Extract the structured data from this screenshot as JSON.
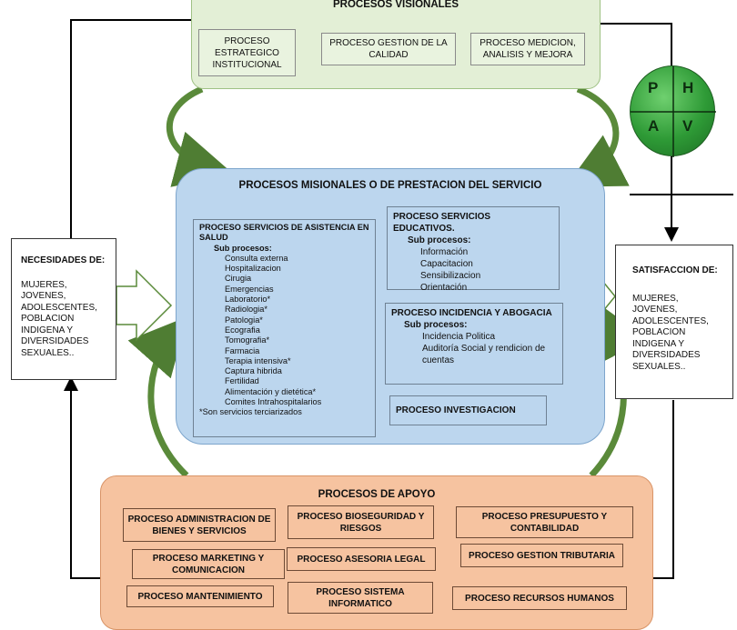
{
  "visional": {
    "title": "PROCESOS VISIONALES",
    "boxes": [
      "PROCESO ESTRATEGICO INSTITUCIONAL",
      "PROCESO GESTION DE LA CALIDAD",
      "PROCESO MEDICION, ANALISIS Y MEJORA"
    ]
  },
  "phva": {
    "p": "P",
    "h": "H",
    "a": "A",
    "v": "V"
  },
  "misional": {
    "title": "PROCESOS MISIONALES  O DE PRESTACION DEL SERVICIO",
    "salud": {
      "title": "PROCESO SERVICIOS DE ASISTENCIA EN SALUD",
      "sub_label": "Sub procesos:",
      "items": [
        "Consulta externa",
        "Hospitalizacion",
        "Cirugia",
        "Emergencias",
        "Laboratorio*",
        "Radiologia*",
        "Patologia*",
        "Ecografia",
        "Tomografia*",
        "Farmacia",
        "Terapia intensiva*",
        "Captura hibrida",
        "Fertilidad",
        "Alimentación y dietética*",
        "Comites Intrahospitalarios"
      ],
      "note": "*Son servicios terciarizados"
    },
    "educativos": {
      "title": "PROCESO SERVICIOS EDUCATIVOS.",
      "sub_label": "Sub procesos:",
      "items": [
        "Información",
        "Capacitacion",
        "Sensibilizacion",
        "Orientación"
      ]
    },
    "incidencia": {
      "title": "PROCESO INCIDENCIA Y ABOGACIA",
      "sub_label": "Sub procesos:",
      "items": [
        "Incidencia Politica",
        "Auditoría Social y rendicion de cuentas"
      ]
    },
    "investigacion": "PROCESO INVESTIGACION"
  },
  "necesidades": {
    "title": "NECESIDADES DE:",
    "text": "MUJERES, JOVENES, ADOLESCENTES, POBLACION INDIGENA Y DIVERSIDADES SEXUALES.."
  },
  "satisfaccion": {
    "title": "SATISFACCION DE:",
    "text": "MUJERES, JOVENES, ADOLESCENTES, POBLACION INDIGENA Y DIVERSIDADES SEXUALES.."
  },
  "apoyo": {
    "title": "PROCESOS DE APOYO",
    "boxes": [
      "PROCESO ADMINISTRACION DE BIENES Y SERVICIOS",
      "PROCESO BIOSEGURIDAD Y RIESGOS",
      "PROCESO  PRESUPUESTO Y CONTABILIDAD",
      "PROCESO MARKETING Y COMUNICACION",
      "PROCESO ASESORIA LEGAL",
      "PROCESO GESTION TRIBUTARIA",
      "PROCESO MANTENIMIENTO",
      "PROCESO SISTEMA INFORMATICO",
      "PROCESO RECURSOS HUMANOS"
    ]
  },
  "colors": {
    "visional_fill": "#e3efd6",
    "misional_fill": "#bcd6ee",
    "apoyo_fill": "#f6c3a0",
    "arrow_green": "#5a8a3a",
    "phva_green": "#2e9a36"
  }
}
